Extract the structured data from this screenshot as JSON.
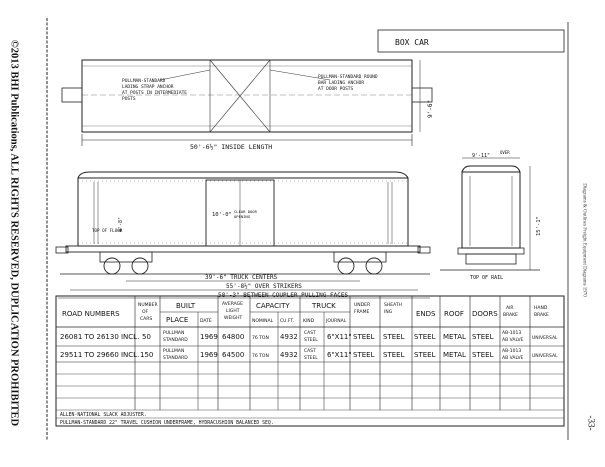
{
  "side_copyright": "©2013 BHI Publications, ALL RIGHTS RESERVED, DUPLICATION PROHIBITED",
  "page_number": "-33-",
  "right_caption": "Diagrams & Outlines      Freight Equipment Diagrams 1970",
  "diagram": {
    "car_type": "BOX CAR",
    "top_view": {
      "note_left": [
        "PULLMAN-STANDARD",
        "LADING STRAP ANCHOR",
        "AT POSTS IN INTERMEDIATE",
        "POSTS"
      ],
      "note_right": [
        "PULLMAN-STANDARD ROUND",
        "BAR LADING ANCHOR",
        "AT DOOR POSTS"
      ],
      "inside_length": "50'-6½\" INSIDE LENGTH",
      "inside_width": "9'-6\""
    },
    "side_view": {
      "top_of_floor": "TOP OF FLOOR",
      "door_width": "10'-0\"",
      "door_label": [
        "CLEAR DOOR",
        "OPENING"
      ],
      "truck_centers": "39'-6\" TRUCK CENTERS",
      "over_strikers": "55'-8½\" OVER STRIKERS",
      "pulling_faces": "58'-3\" BETWEEN COUPLER PULLING FACES",
      "side_height": "4'-8\""
    },
    "end_view": {
      "over_running": "OVER",
      "width_over": "9'-11\"",
      "height": "15'-1\"",
      "top_of_rail": "TOP OF RAIL"
    }
  },
  "table": {
    "headers": {
      "road_numbers": "ROAD NUMBERS",
      "num_cars": [
        "NUMBER",
        "OF",
        "CARS"
      ],
      "built": "BUILT",
      "place": "PLACE",
      "date": "DATE",
      "avg_weight": [
        "AVERAGE",
        "LIGHT",
        "WEIGHT"
      ],
      "capacity": "CAPACITY",
      "nominal": "NOMINAL",
      "cuft": "CU.FT.",
      "truck": "TRUCK",
      "kind": "KIND",
      "journal": "JOURNAL",
      "underframe": [
        "UNDER",
        "FRAME"
      ],
      "sheathing": [
        "SHEATH",
        "ING"
      ],
      "ends": "ENDS",
      "roof": "ROOF",
      "doors": "DOORS",
      "air_brake": [
        "AIR",
        "BRAKE"
      ],
      "hand_brake": [
        "HAND",
        "BRAKE"
      ]
    },
    "rows": [
      {
        "road_numbers": "26081 TO 26130 INCL.",
        "cars": "50",
        "place": [
          "PULLMAN",
          "STANDARD"
        ],
        "date": "1969",
        "weight": "64800",
        "nominal": "76 TON",
        "cuft": "4932",
        "kind": [
          "CAST",
          "STEEL"
        ],
        "journal": "6\"X11\"",
        "underframe": "STEEL",
        "sheathing": "STEEL",
        "ends": "STEEL",
        "roof": "METAL",
        "doors": "STEEL",
        "air_brake": [
          "AB-1013",
          "AB VALVE"
        ],
        "hand_brake": "UNIVERSAL"
      },
      {
        "road_numbers": "29511 TO 29660 INCL.",
        "cars": "150",
        "place": [
          "PULLMAN",
          "STANDARD"
        ],
        "date": "1969",
        "weight": "64500",
        "nominal": "76 TON",
        "cuft": "4932",
        "kind": [
          "CAST",
          "STEEL"
        ],
        "journal": "6\"X11\"",
        "underframe": "STEEL",
        "sheathing": "STEEL",
        "ends": "STEEL",
        "roof": "METAL",
        "doors": "STEEL",
        "air_brake": [
          "AB-1013",
          "AB VALVE"
        ],
        "hand_brake": "UNIVERSAL"
      }
    ],
    "footnotes": [
      "ALLEN-NATIONAL SLACK ADJUSTER.",
      "PULLMAN-STANDARD 22\" TRAVEL CUSHION UNDERFRAME, HYDRACUSHION BALANCED SEQ."
    ]
  }
}
